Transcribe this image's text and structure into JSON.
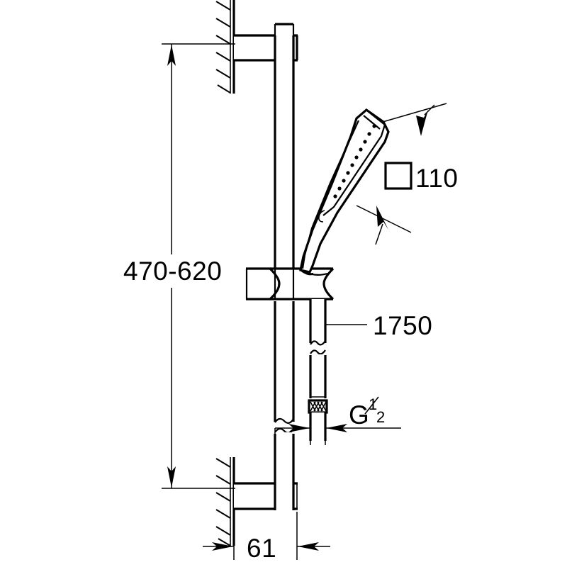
{
  "drawing": {
    "title": "Shower rail set technical dimension drawing",
    "units": "mm",
    "line_color": "#000000",
    "background_color": "#ffffff"
  },
  "dimensions": {
    "rail_travel": {
      "label": "470-620",
      "name": "sliding-range-vertical",
      "orientation": "vertical"
    },
    "spray_face": {
      "symbol": "□",
      "label": "110",
      "name": "square-spray-face-size",
      "orientation": "leader"
    },
    "hose_length": {
      "label": "1750",
      "name": "hose-length",
      "orientation": "leader"
    },
    "thread": {
      "letter": "G",
      "numerator": "1",
      "denominator": "2",
      "label": "G 1/2",
      "name": "hose-thread-size",
      "orientation": "horizontal"
    },
    "wall_offset": {
      "label": "61",
      "name": "wall-to-rail-offset",
      "orientation": "horizontal"
    }
  },
  "parts": {
    "wall_top": "wall-section-top",
    "wall_bottom": "wall-section-bottom",
    "bracket_top": "top-wall-bracket",
    "bracket_bottom": "bottom-wall-bracket",
    "rail": "shower-rail",
    "slider": "adjustable-hand-shower-holder",
    "handset": "hand-shower-handset",
    "spray_face": "spray-face-plate",
    "hose": "shower-hose",
    "hose_nut": "knurled-hose-connector-nut"
  }
}
